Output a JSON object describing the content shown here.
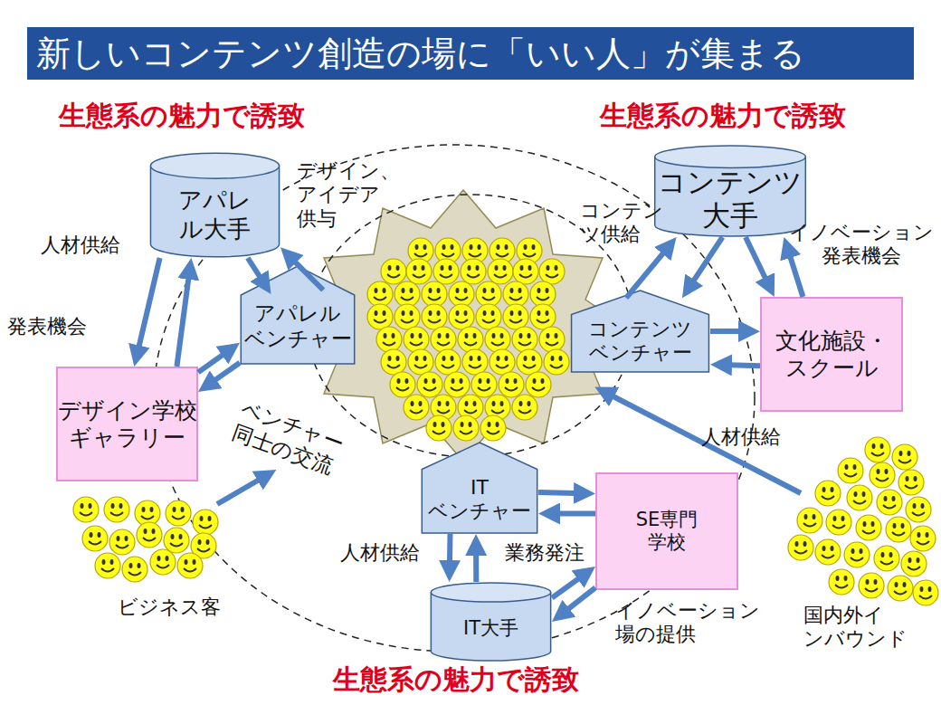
{
  "diagram": {
    "title": "新しいコンテンツ創造の場に「いい人」が集まる",
    "nodes": [
      {
        "text": [
          "アパレ ル大手"
        ]
      },
      {
        "text": [
          "コンテンツ 大手"
        ]
      },
      {
        "text": [
          "アパレル ベンチャー"
        ]
      },
      {
        "text": [
          "コンテンツ ベンチャー"
        ]
      },
      {
        "text": [
          "デザイン学校 ギャラリー"
        ]
      },
      {
        "text": [
          "文化施設・ スクール"
        ]
      },
      {
        "text": [
          "IT ベンチャー"
        ]
      },
      {
        "text": [
          "SE専門 学校"
        ]
      },
      {
        "text": [
          "IT大手"
        ]
      }
    ],
    "edges": [
      {
        "from": 0,
        "to": 4,
        "label": "人材供給",
        "arrow": "to"
      },
      {
        "from": 4,
        "to": 0,
        "label": "発表機会",
        "arrow": "to"
      },
      {
        "from": 0,
        "to": 2,
        "arrow": "to"
      },
      {
        "from": 2,
        "to": 0,
        "label": "デザイン、 アイデア 供与",
        "arrow": "to"
      },
      {
        "from": 4,
        "to": 2,
        "arrow": "to"
      },
      {
        "from": 2,
        "to": 4,
        "arrow": "to"
      },
      {
        "from": 3,
        "to": 1,
        "label": "コンテン ツ供給",
        "arrow": "to"
      },
      {
        "from": 1,
        "to": 3,
        "arrow": "to"
      },
      {
        "from": 1,
        "to": 5,
        "arrow": "to"
      },
      {
        "from": 5,
        "to": 1,
        "label": "イノベーション 発表機会",
        "arrow": "to"
      },
      {
        "from": 3,
        "to": 5,
        "arrow": "to"
      },
      {
        "from": 5,
        "to": 3,
        "arrow": "to"
      },
      {
        "from": 6,
        "to": 7,
        "arrow": "to"
      },
      {
        "from": 7,
        "to": 6,
        "arrow": "to"
      },
      {
        "from": 6,
        "to": 8,
        "label": "人材供給",
        "arrow": "to"
      },
      {
        "from": 8,
        "to": 6,
        "label": "業務発注",
        "arrow": "to"
      },
      {
        "from": 7,
        "to": 8,
        "arrow": "to"
      },
      {
        "from": 8,
        "to": 7,
        "label": "イノベーション 場の提供",
        "arrow": "to"
      }
    ],
    "labels": [
      "生態系の魅力で誘致",
      "生態系の魅力で誘致",
      "ベンチャー 同士の交流",
      "人材供給",
      "ビジネス客",
      "国内外イ ンバウンド",
      "生態系の魅力で誘致"
    ]
  }
}
